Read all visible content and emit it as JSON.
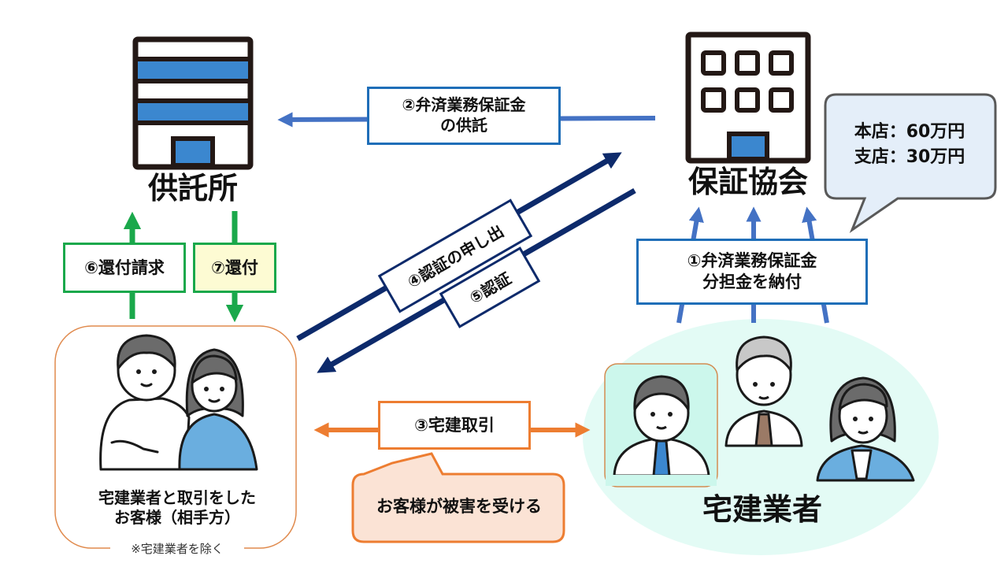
{
  "title": "弁済業務保証金制度の流れ",
  "entities": {
    "deposit_office": {
      "name": "供託所",
      "icon": "government-building-icon"
    },
    "guarantee_association": {
      "name": "保証協会",
      "icon": "office-building-icon"
    },
    "customer": {
      "name_line1": "宅建業者と取引をした",
      "name_line2": "お客様（相手方）",
      "note": "※宅建業者を除く",
      "icon": "couple-people-icon"
    },
    "agents": {
      "name": "宅建業者",
      "icon": "business-people-icon"
    }
  },
  "steps": {
    "s1": {
      "line1": "①弁済業務保証金",
      "line2": "分担金を納付"
    },
    "s2": {
      "line1": "②弁済業務保証金",
      "line2": "の供託"
    },
    "s3": {
      "label": "③宅建取引"
    },
    "s4": {
      "label": "④認証の申し出"
    },
    "s5": {
      "label": "⑤認証"
    },
    "s6": {
      "label": "⑥還付請求"
    },
    "s7": {
      "label": "⑦還付"
    }
  },
  "callouts": {
    "contribution": {
      "line1": "本店：60万円",
      "line2": "支店：30万円"
    },
    "damage": {
      "label": "お客様が被害を受ける"
    }
  },
  "colors": {
    "blue_arrow": "#4472c4",
    "navy_arrow": "#0d2a6b",
    "green_arrow": "#1aa84b",
    "orange_arrow": "#ed7d31",
    "box_blue_border": "#1f6eb8",
    "building_blue": "#3b87cf",
    "bubble_fill": "#e4eef9",
    "damage_fill": "#fbe3d5",
    "agents_bg": "#e3fbf5",
    "refund_fill": "#fdfbd3"
  }
}
